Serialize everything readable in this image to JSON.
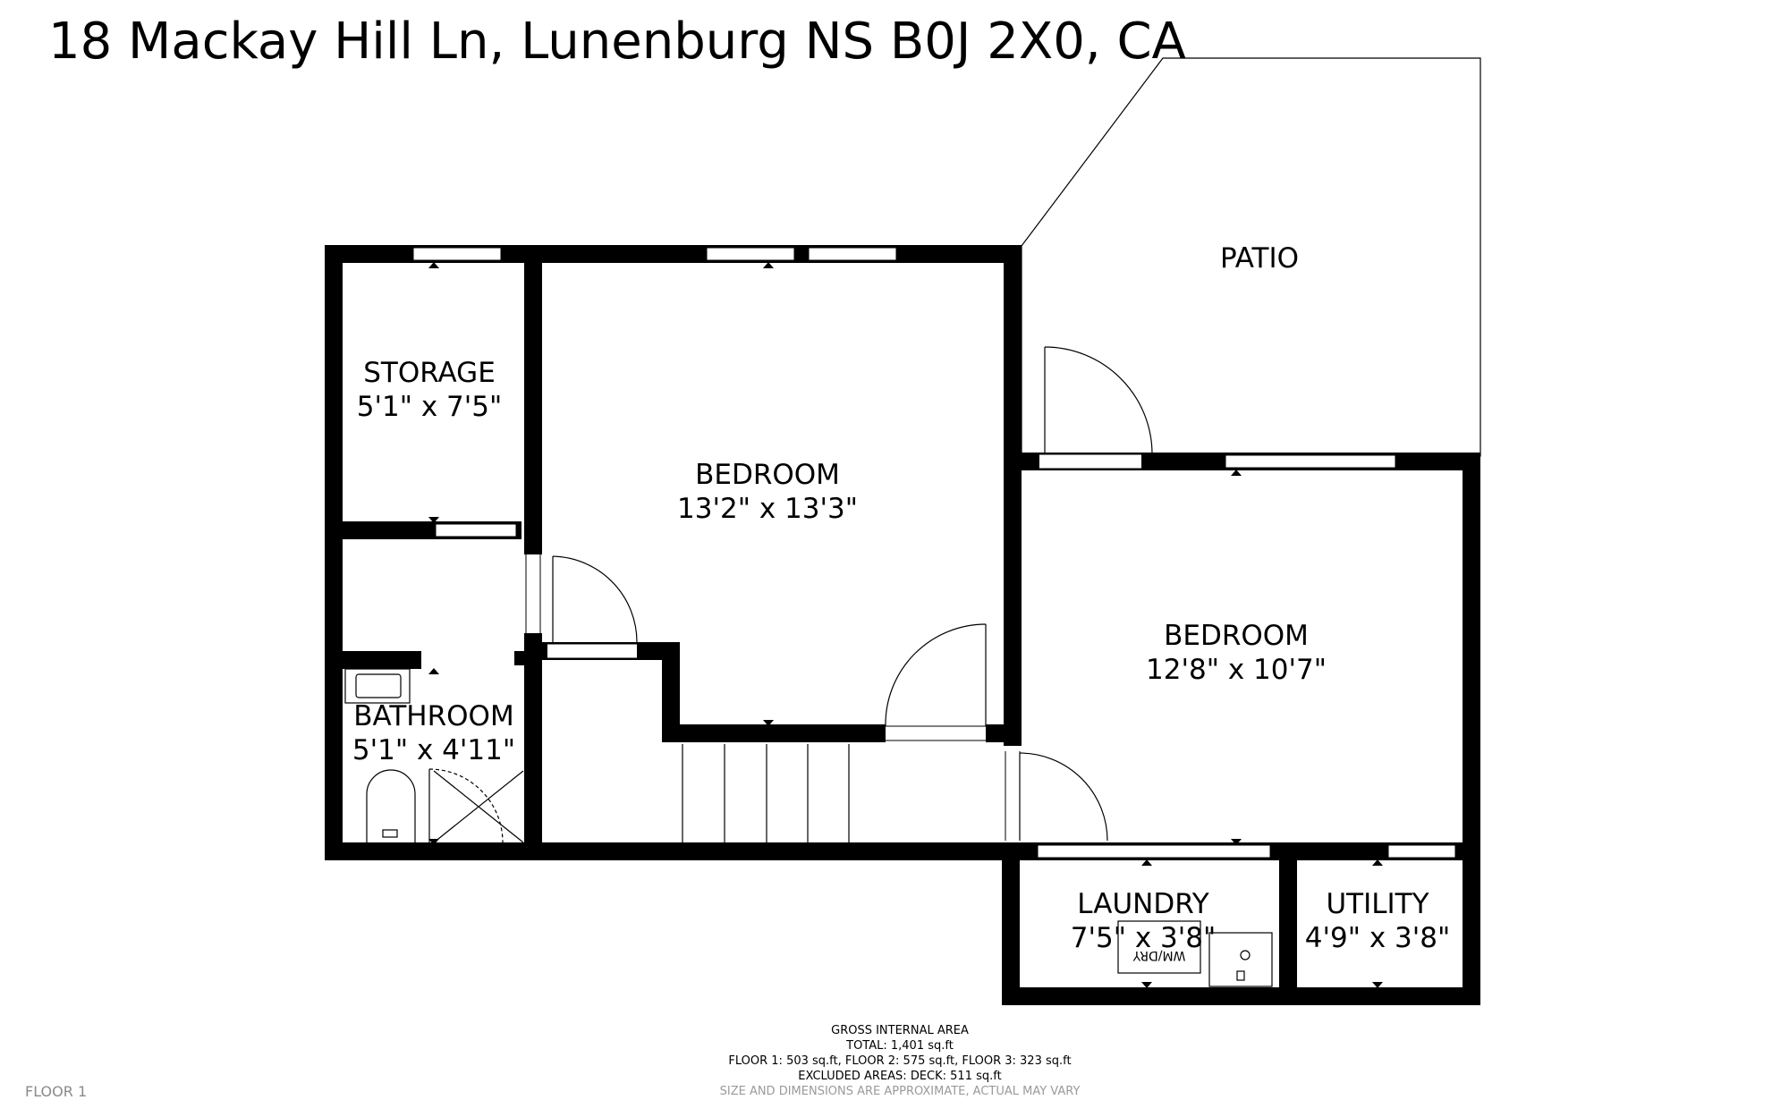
{
  "address": "18 Mackay Hill Ln, Lunenburg NS B0J 2X0, CA",
  "floor_label": "FLOOR 1",
  "rooms": {
    "patio": {
      "name": "PATIO"
    },
    "storage": {
      "name": "STORAGE",
      "dims": "5'1\" x 7'5\""
    },
    "bedroom_main": {
      "name": "BEDROOM",
      "dims": "13'2\" x 13'3\""
    },
    "bedroom_right": {
      "name": "BEDROOM",
      "dims": "12'8\" x 10'7\""
    },
    "bathroom": {
      "name": "BATHROOM",
      "dims": "5'1\" x 4'11\""
    },
    "laundry": {
      "name": "LAUNDRY",
      "dims": "7'5\" x 3'8\""
    },
    "utility": {
      "name": "UTILITY",
      "dims": "4'9\" x 3'8\""
    }
  },
  "fixtures": {
    "washer_dryer": "WM/DRY"
  },
  "area_summary": {
    "heading": "GROSS INTERNAL AREA",
    "total": "TOTAL: 1,401 sq.ft",
    "floors": "FLOOR 1: 503 sq.ft, FLOOR 2: 575 sq.ft, FLOOR 3: 323 sq.ft",
    "excluded": "EXCLUDED AREAS: DECK: 511 sq.ft",
    "disclaimer": "SIZE AND DIMENSIONS ARE APPROXIMATE, ACTUAL MAY VARY"
  }
}
